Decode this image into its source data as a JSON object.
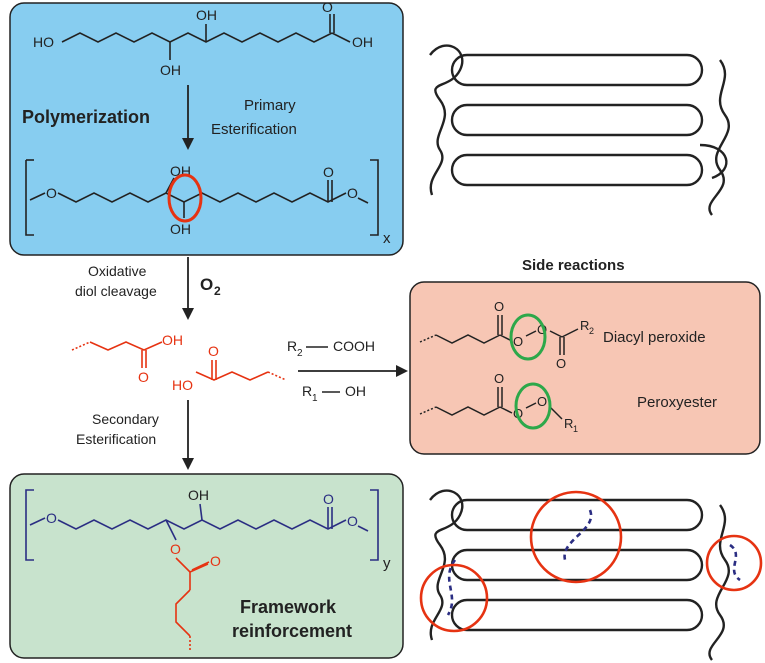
{
  "top_panel": {
    "oh_left": "HO",
    "oh_right": "OH",
    "oh_top": "OH",
    "oh_bottom": "OH",
    "step_bold": "Polymerization",
    "step_note_1": "Primary",
    "step_note_2": "Esterification",
    "poly_oh_top": "OH",
    "poly_oh_bottom": "OH",
    "poly_o_left": "O",
    "poly_o_right": "O",
    "poly_o_carbonyl": "O",
    "poly_subscript": "x"
  },
  "middle": {
    "oxidative_1": "Oxidative",
    "oxidative_2": "diol cleavage",
    "reagent": "O",
    "reagent_sub": "2",
    "frag1_oh": "OH",
    "frag1_o": "O",
    "frag2_ho": "HO",
    "frag2_o": "O",
    "acid": "R",
    "acid_sub": "2",
    "acid_group": "COOH",
    "alcohol": "R",
    "alcohol_sub": "1",
    "alcohol_group": "OH",
    "secondary_1": "Secondary",
    "secondary_2": "Esterification"
  },
  "side_reactions": {
    "title": "Side reactions",
    "diacyl_label": "Diacyl peroxide",
    "peroxyester_label": "Peroxyester",
    "r2": "R",
    "r2_sub": "2",
    "r1": "R",
    "r1_sub": "1",
    "o": "O"
  },
  "bottom_panel": {
    "oh": "OH",
    "o_left": "O",
    "o_right": "O",
    "o_carbonyl": "O",
    "o_ester": "O",
    "o_ester_carbonyl": "O",
    "subscript": "y",
    "title_1": "Framework",
    "title_2": "reinforcement"
  },
  "colors": {
    "top_panel_fill": "#87cdf0",
    "side_panel_fill": "#f7c6b4",
    "bottom_panel_fill": "#c8e3cd",
    "highlight_red": "#e63312",
    "highlight_green": "#2da84a",
    "polymer_blue": "#2b2e83"
  }
}
